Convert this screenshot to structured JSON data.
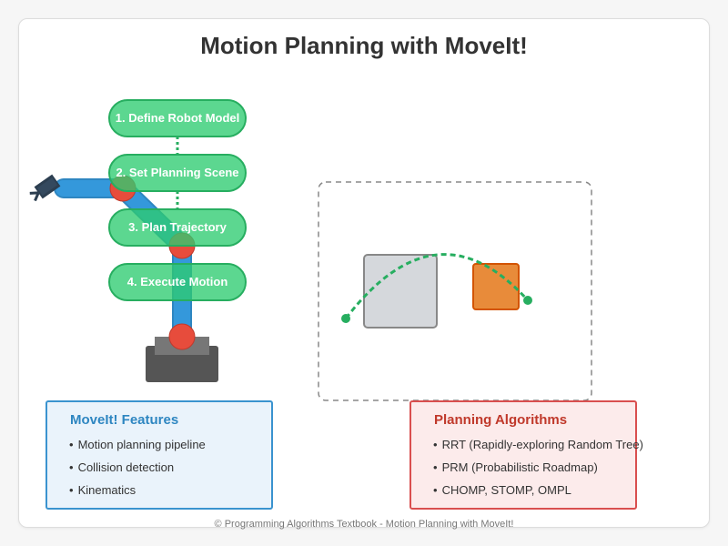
{
  "title": "Motion Planning with MoveIt!",
  "steps": [
    {
      "label": "1. Define Robot Model"
    },
    {
      "label": "2. Set Planning Scene"
    },
    {
      "label": "3. Plan Trajectory"
    },
    {
      "label": "4. Execute Motion"
    }
  ],
  "features": {
    "heading": "MoveIt! Features",
    "items": [
      "Motion planning pipeline",
      "Collision detection",
      "Kinematics"
    ]
  },
  "algorithms": {
    "heading": "Planning Algorithms",
    "items": [
      "RRT (Rapidly-exploring Random Tree)",
      "PRM (Probabilistic Roadmap)",
      "CHOMP, STOMP, OMPL"
    ]
  },
  "footer": "© Programming Algorithms Textbook - Motion Planning with MoveIt!",
  "colors": {
    "step_fill": "#58d68d",
    "step_border": "#27ae60",
    "arm_link": "#3498db",
    "arm_joint": "#e74c3c",
    "robot_base": "#555555",
    "obstacle_gray": "#d5d8dc",
    "obstacle_orange": "#e67e22",
    "trajectory": "#27ae60"
  }
}
